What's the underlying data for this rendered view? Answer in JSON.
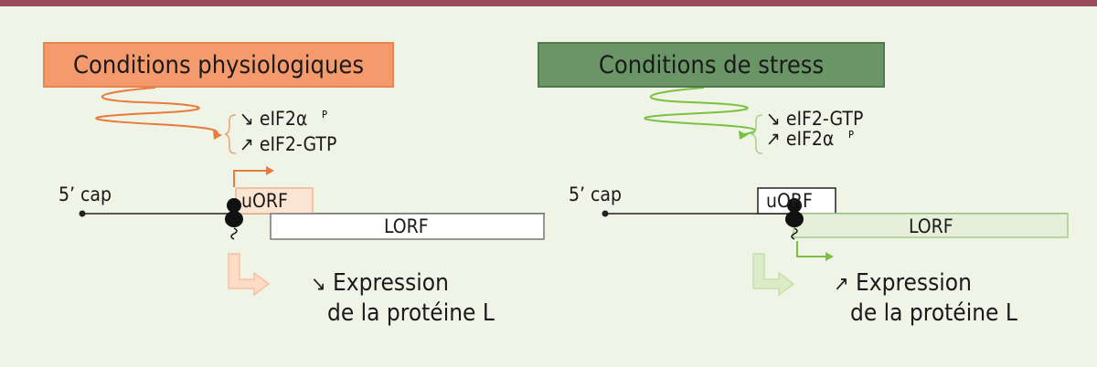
{
  "colors": {
    "background": "#f0f4e6",
    "top_bar": "#9b4a5c",
    "physio_accent": "#e87a3c",
    "physio_fill": "#f59a6c",
    "stress_accent": "#7bc043",
    "stress_fill": "#6a9566"
  },
  "left_panel": {
    "title": "Conditions physiologiques",
    "factor_top": {
      "arrow": "↘",
      "name": "eIF2α",
      "sup": "P"
    },
    "factor_bottom": {
      "arrow": "↗",
      "name": "eIF2-GTP"
    },
    "cap_label": "5’ cap",
    "uorf_label": "uORF",
    "lorf_label": "LORF",
    "expression": {
      "arrow": "↘",
      "line1": "Expression",
      "line2": "de la protéine L"
    }
  },
  "right_panel": {
    "title": "Conditions de stress",
    "factor_top": {
      "arrow": "↘",
      "name": "eIF2-GTP"
    },
    "factor_bottom": {
      "arrow": "↗",
      "name": "eIF2α",
      "sup": "P"
    },
    "cap_label": "5’ cap",
    "uorf_label": "uORF",
    "lorf_label": "LORF",
    "expression": {
      "arrow": "↗",
      "line1": "Expression",
      "line2": "de la protéine L"
    }
  }
}
